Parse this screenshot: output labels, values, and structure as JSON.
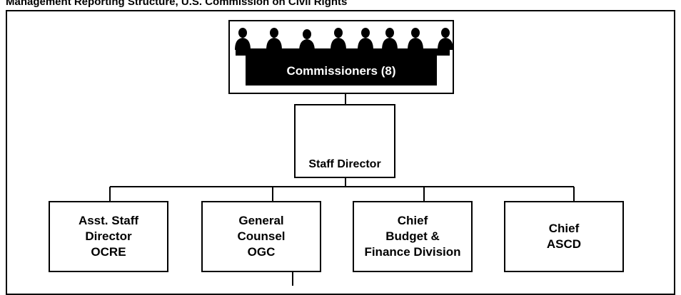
{
  "diagram": {
    "title": "Management Reporting Structure, U.S. Commission on Civil Rights",
    "commissioners": "Commissioners (8)",
    "staff_director": "Staff Director",
    "units": [
      "Asst. Staff\nDirector\nOCRE",
      "General\nCounsel\nOGC",
      "Chief\nBudget &\nFinance Division",
      "Chief\nASCD"
    ]
  }
}
